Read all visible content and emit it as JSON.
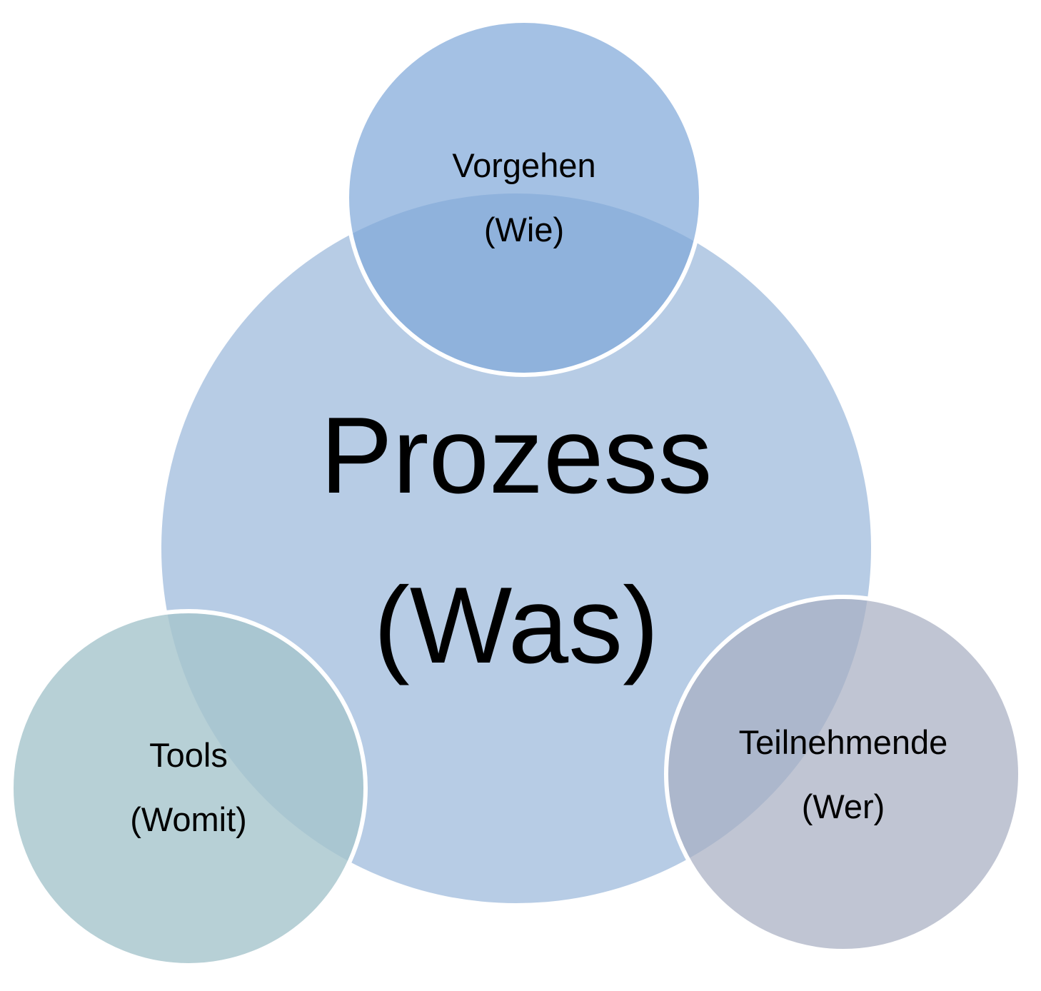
{
  "colors": {
    "background": "#ffffff",
    "center_circle": "#b7cce5",
    "top_circle": "#7ea6d9",
    "left_circle": "#a5c4cc",
    "right_circle": "#a8aec2",
    "outline": "#ffffff",
    "text": "#000000"
  },
  "diagram": {
    "center": {
      "line1": "Prozess",
      "line2": "(Was)"
    },
    "top": {
      "line1": "Vorgehen",
      "line2": "(Wie)"
    },
    "left": {
      "line1": "Tools",
      "line2": "(Womit)"
    },
    "right": {
      "line1": "Teilnehmende",
      "line2": "(Wer)"
    }
  }
}
